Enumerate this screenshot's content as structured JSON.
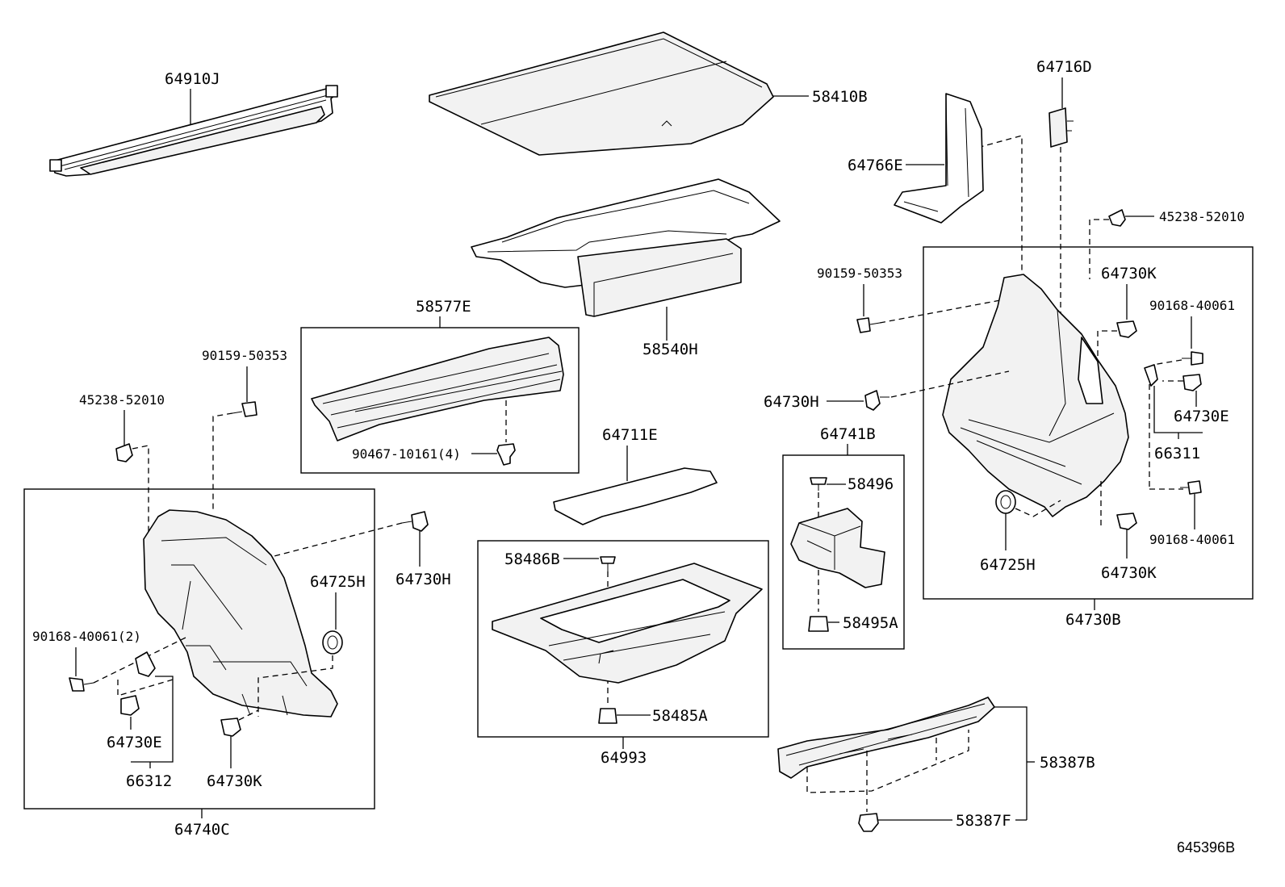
{
  "diagram": {
    "id": "645396B",
    "labels": {
      "p64910J": "64910J",
      "p58410B": "58410B",
      "p58540H": "58540H",
      "p58577E": "58577E",
      "p90467_10161": "90467-10161(4)",
      "p64711E": "64711E",
      "p64993": "64993",
      "p58486B": "58486B",
      "p58485A": "58485A",
      "p64741B": "64741B",
      "p58496": "58496",
      "p58495A": "58495A",
      "p58387B": "58387B",
      "p58387F": "58387F",
      "p64716D": "64716D",
      "p64766E": "64766E",
      "p45238_52010_r": "45238-52010",
      "p90159_50353_r": "90159-50353",
      "p64730K_r1": "64730K",
      "p90168_40061_r1": "90168-40061",
      "p64730H_r": "64730H",
      "p64730E_r": "64730E",
      "p66311": "66311",
      "p90168_40061_r2": "90168-40061",
      "p64725H_r": "64725H",
      "p64730K_r2": "64730K",
      "p64730B": "64730B",
      "p90159_50353_l": "90159-50353",
      "p45238_52010_l": "45238-52010",
      "p64730H_l": "64730H",
      "p64725H_l": "64725H",
      "p90168_40061_l": "90168-40061(2)",
      "p64730E_l": "64730E",
      "p66312": "66312",
      "p64730K_l": "64730K",
      "p64740C": "64740C"
    }
  }
}
